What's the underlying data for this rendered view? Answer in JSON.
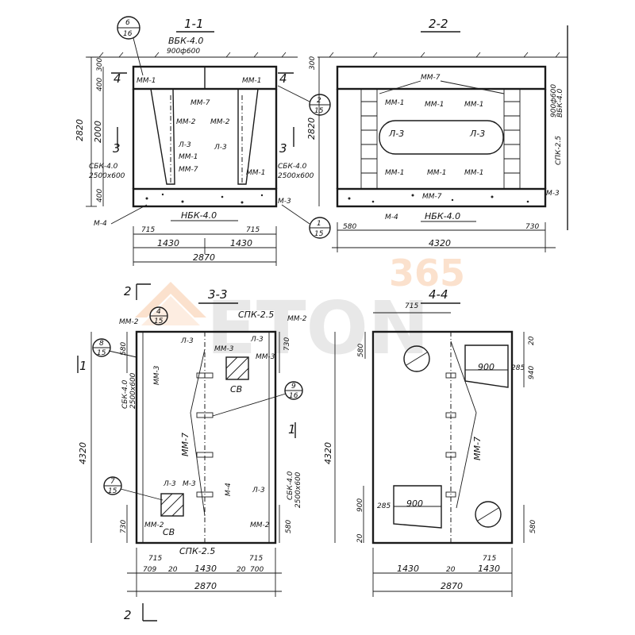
{
  "views": {
    "s11": {
      "title": "1-1"
    },
    "s22": {
      "title": "2-2"
    },
    "s33": {
      "title": "3-3"
    },
    "s44": {
      "title": "4-4"
    }
  },
  "callouts": {
    "c6": {
      "num": "6",
      "sheet": "16"
    },
    "c2": {
      "num": "2",
      "sheet": "15"
    },
    "c1": {
      "num": "1",
      "sheet": "15"
    },
    "c4": {
      "num": "4",
      "sheet": "15"
    },
    "c8": {
      "num": "8",
      "sheet": "15"
    },
    "c9": {
      "num": "9",
      "sheet": "16"
    },
    "c7": {
      "num": "7",
      "sheet": "15"
    }
  },
  "labels": {
    "vbk": "ВБК-4.0",
    "vbk_size": "900ф600",
    "mm1": "ММ-1",
    "mm2": "ММ-2",
    "mm3": "ММ-3",
    "mm7": "ММ-7",
    "l3": "Л-3",
    "m3": "М-3",
    "m4": "М-4",
    "nbk": "НБК-4.0",
    "sbk": "СБК-4.0",
    "sbk_size": "2500х600",
    "spk25": "СПК-2.5",
    "spk": "СПК-2.5",
    "vbk_vert": "ВБК-4.0",
    "vbk_vert_size": "900ф600",
    "cv": "СВ"
  },
  "dims": {
    "d300": "300",
    "d400": "400",
    "d2820": "2820",
    "d2000": "2000",
    "d715": "715",
    "d1430": "1430",
    "d2870": "2870",
    "d580": "580",
    "d4320": "4320",
    "d730": "730",
    "d900": "900",
    "d285": "285",
    "d940": "940",
    "d700": "700",
    "d709": "709",
    "d20": "20"
  },
  "section_marks": {
    "s4": "4",
    "s3": "3",
    "s2": "2",
    "s1": "1"
  },
  "watermark": {
    "number": "365",
    "word": "ETON"
  }
}
